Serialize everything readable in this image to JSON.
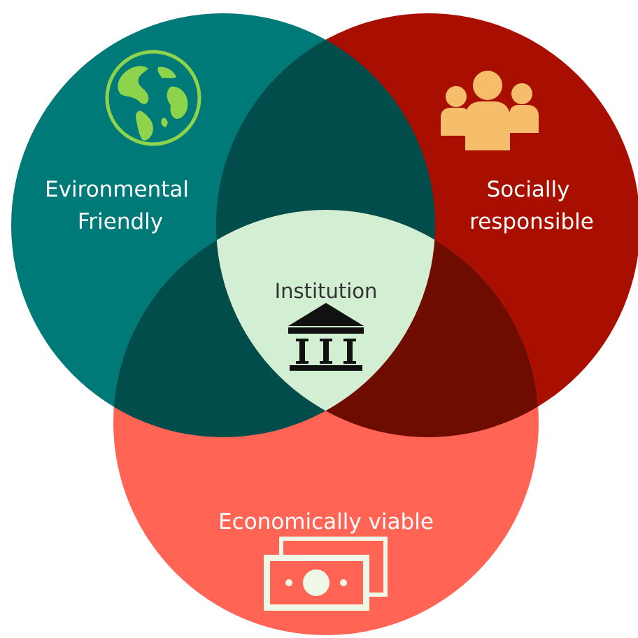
{
  "diagram": {
    "type": "venn",
    "sets": [
      {
        "key": "environment",
        "label_lines": [
          "Evironmental",
          "Friendly"
        ],
        "color": "#007A78",
        "icon": "globe-icon"
      },
      {
        "key": "social",
        "label_lines": [
          "Socially",
          "responsible"
        ],
        "color": "#A90F00",
        "icon": "people-icon"
      },
      {
        "key": "economic",
        "label_lines": [
          "Economically viable"
        ],
        "color": "#FF6454",
        "icon": "banknotes-icon"
      }
    ],
    "overlaps": {
      "environment_social": "#004D4C",
      "environment_economic": "#004D4C",
      "social_economic": "#6F0C00"
    },
    "center": {
      "label": "Institution",
      "color": "#D3EFD3",
      "icon": "institution-building-icon"
    },
    "colors": {
      "globe_fill": "#8DD34C",
      "people_fill": "#F6BE6A",
      "banknote_fill": "#EFF8E7",
      "label_text": "#FFFFFF",
      "center_text": "#333333",
      "building": "#111111"
    }
  }
}
